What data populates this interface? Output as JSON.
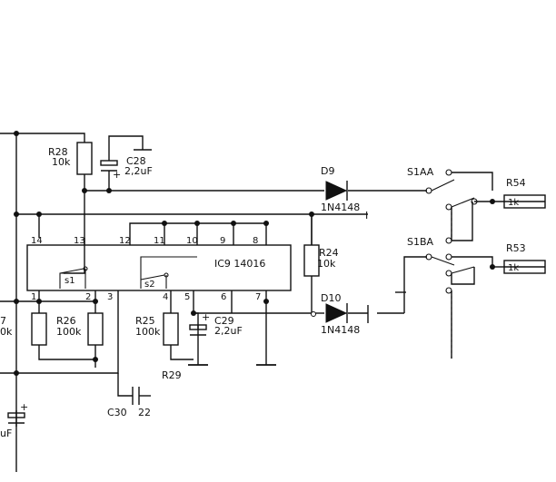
{
  "components": {
    "r28": {
      "ref": "R28",
      "value": "10k"
    },
    "c28": {
      "ref": "C28",
      "value": "2,2uF"
    },
    "d9": {
      "ref": "D9",
      "part": "1N4148"
    },
    "s1aa": {
      "ref": "S1AA"
    },
    "r54": {
      "ref": "R54",
      "value": "1k"
    },
    "s1ba": {
      "ref": "S1BA"
    },
    "r53": {
      "ref": "R53",
      "value": "1k"
    },
    "r24": {
      "ref": "R24",
      "value": "10k"
    },
    "d10": {
      "ref": "D10",
      "part": "1N4148"
    },
    "ic9": {
      "label": "IC9 14016"
    },
    "r26": {
      "ref": "R26",
      "value": "100k"
    },
    "r25": {
      "ref": "R25",
      "value": "100k"
    },
    "c29": {
      "ref": "C29",
      "value": "2,2uF"
    },
    "r29": {
      "ref": "R29"
    },
    "c30": {
      "ref": "C30",
      "value": "22"
    },
    "r27": {
      "ref": "7",
      "value": "0k"
    },
    "c_left": {
      "value": "uF"
    }
  },
  "ic_pins": {
    "top": [
      "14",
      "13",
      "12",
      "11",
      "10",
      "9",
      "8"
    ],
    "bottom": [
      "1",
      "2",
      "3",
      "4",
      "5",
      "6",
      "7"
    ]
  },
  "switch_labels": {
    "s1": "s1",
    "s2": "s2"
  },
  "polarity": "+",
  "marks": {
    "right_rail": "I"
  }
}
